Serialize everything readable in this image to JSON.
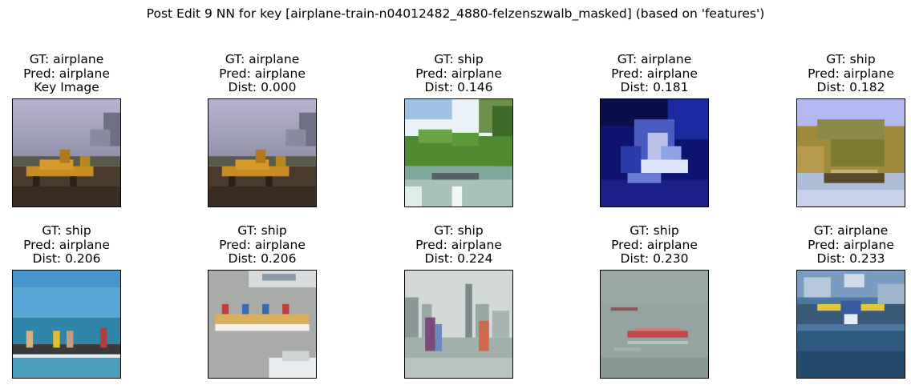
{
  "suptitle": "Post Edit 9 NN for key [airplane-train-n04012482_4880-felzenszwalb_masked] (based on 'features')",
  "panels": [
    {
      "gt": "GT: airplane",
      "pred": "Pred: airplane",
      "extra": "Key Image",
      "scene": "plane-ground"
    },
    {
      "gt": "GT: airplane",
      "pred": "Pred: airplane",
      "extra": "Dist: 0.000",
      "scene": "plane-ground"
    },
    {
      "gt": "GT: ship",
      "pred": "Pred: airplane",
      "extra": "Dist: 0.146",
      "scene": "trees-lake"
    },
    {
      "gt": "GT: airplane",
      "pred": "Pred: airplane",
      "extra": "Dist: 0.181",
      "scene": "blue-dark"
    },
    {
      "gt": "GT: ship",
      "pred": "Pred: airplane",
      "extra": "Dist: 0.182",
      "scene": "hill-boat"
    },
    {
      "gt": "GT: ship",
      "pred": "Pred: airplane",
      "extra": "Dist: 0.206",
      "scene": "sea-boat"
    },
    {
      "gt": "GT: ship",
      "pred": "Pred: airplane",
      "extra": "Dist: 0.206",
      "scene": "gray-boat"
    },
    {
      "gt": "GT: ship",
      "pred": "Pred: airplane",
      "extra": "Dist: 0.224",
      "scene": "city-sail"
    },
    {
      "gt": "GT: ship",
      "pred": "Pred: airplane",
      "extra": "Dist: 0.230",
      "scene": "gray-rowboat"
    },
    {
      "gt": "GT: airplane",
      "pred": "Pred: airplane",
      "extra": "Dist: 0.233",
      "scene": "seaplane"
    }
  ]
}
